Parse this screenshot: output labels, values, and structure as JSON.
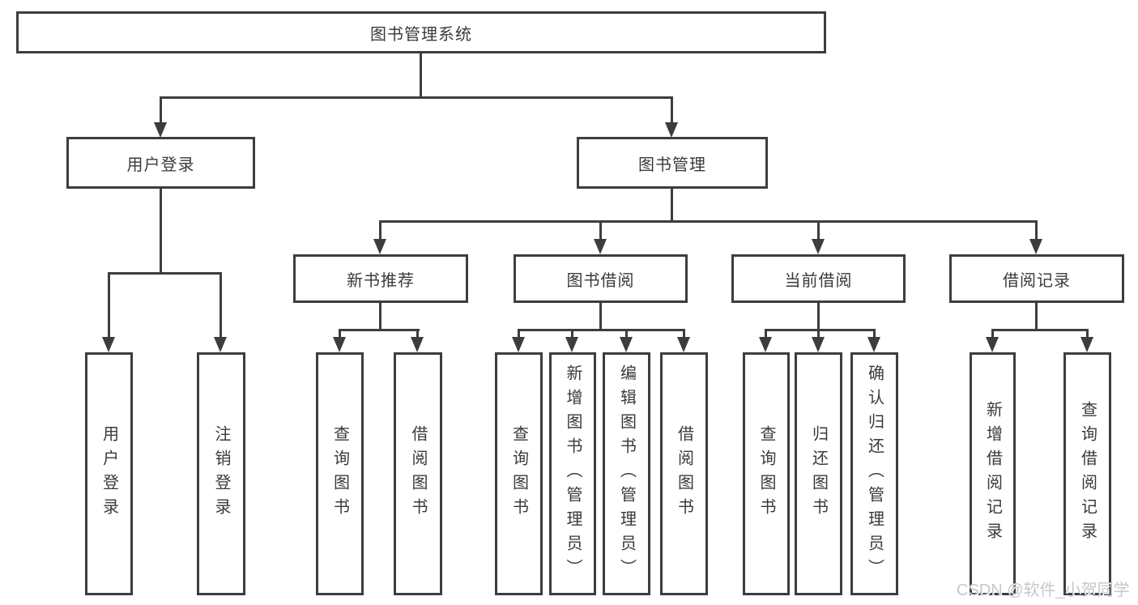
{
  "colors": {
    "line": "#3d3d3d",
    "text": "#3a3a3a",
    "box_bg": "#ffffff",
    "page_bg": "#ffffff",
    "watermark": "#c7c7c7"
  },
  "tree": {
    "root": {
      "label": "图书管理系统"
    },
    "branches": [
      {
        "label": "用户登录",
        "children": [
          {
            "label": "用户登录"
          },
          {
            "label": "注销登录"
          }
        ]
      },
      {
        "label": "图书管理",
        "children": [
          {
            "label": "新书推荐",
            "children": [
              {
                "label": "查询图书"
              },
              {
                "label": "借阅图书"
              }
            ]
          },
          {
            "label": "图书借阅",
            "children": [
              {
                "label": "查询图书"
              },
              {
                "label": "新增图书（管理员）"
              },
              {
                "label": "编辑图书（管理员）"
              },
              {
                "label": "借阅图书"
              }
            ]
          },
          {
            "label": "当前借阅",
            "children": [
              {
                "label": "查询图书"
              },
              {
                "label": "归还图书"
              },
              {
                "label": "确认归还（管理员）"
              }
            ]
          },
          {
            "label": "借阅记录",
            "children": [
              {
                "label": "新增借阅记录"
              },
              {
                "label": "查询借阅记录"
              }
            ]
          }
        ]
      }
    ]
  },
  "watermark": {
    "text": "CSDN @软件_小贺同学"
  }
}
